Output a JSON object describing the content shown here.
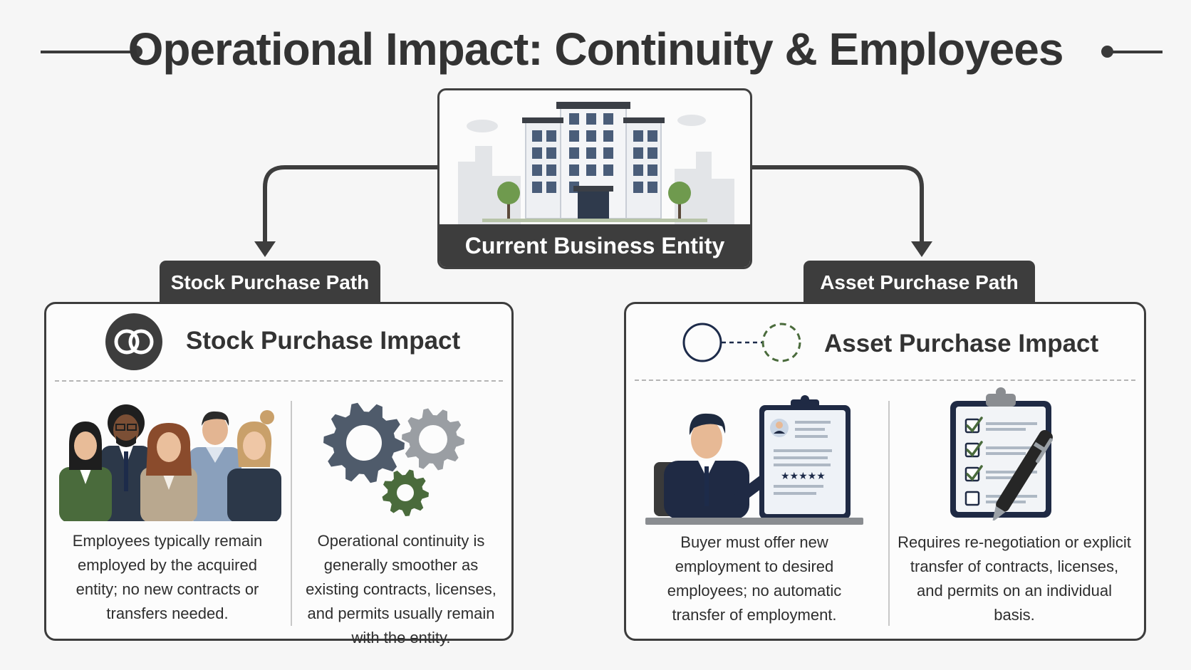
{
  "title": "Operational Impact: Continuity & Employees",
  "entity": {
    "label": "Current Business Entity"
  },
  "stock": {
    "path_label": "Stock Purchase Path",
    "panel_title": "Stock Purchase Impact",
    "employees_text": "Employees typically remain employed by the acquired entity; no new contracts or transfers needed.",
    "operations_text": "Operational continuity is generally smoother as existing contracts, licenses, and permits usually remain with the entity."
  },
  "asset": {
    "path_label": "Asset Purchase Path",
    "panel_title": "Asset Purchase Impact",
    "employees_text": "Buyer must offer new employment to desired employees; no automatic transfer of employment.",
    "operations_text": "Requires re-negotiation or explicit transfer of contracts, licenses, and permits on an individual basis."
  },
  "colors": {
    "dark": "#3d3d3d",
    "navy": "#1d2b4a",
    "green": "#4a6b3c",
    "gear_slate": "#4f5b6b",
    "gear_gray": "#9a9ea3"
  }
}
